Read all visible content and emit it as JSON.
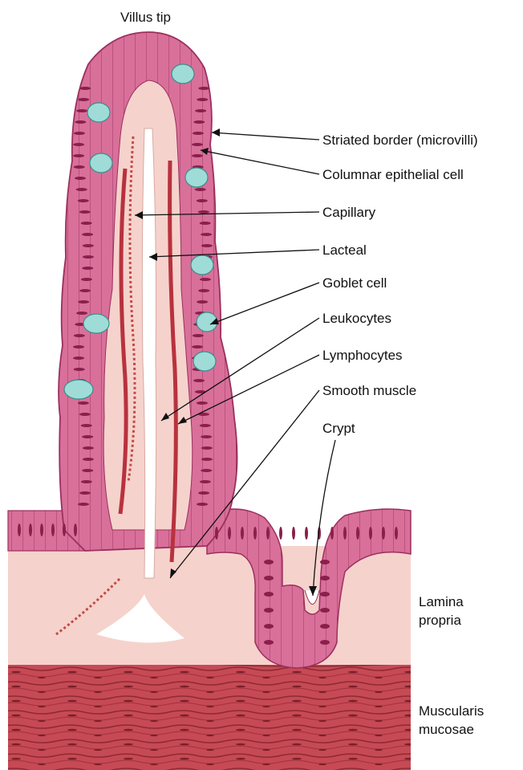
{
  "labels": {
    "villus_tip": "Villus tip",
    "striated_border": "Striated border (microvilli)",
    "columnar_cell": "Columnar epithelial cell",
    "capillary": "Capillary",
    "lacteal": "Lacteal",
    "goblet_cell": "Goblet cell",
    "leukocytes": "Leukocytes",
    "lymphocytes": "Lymphocytes",
    "smooth_muscle": "Smooth muscle",
    "crypt": "Crypt",
    "lamina_line1": "Lamina",
    "lamina_line2": "propria",
    "muscularis_line1": "Muscularis",
    "muscularis_line2": "mucosae"
  },
  "colors": {
    "epithelium": "#d8709a",
    "epithelium_dark": "#9b2f5e",
    "nucleus": "#8a1f4c",
    "lamina": "#f6d2cc",
    "muscle": "#c94c55",
    "muscle_dark": "#8e2a33",
    "goblet": "#9fdcd8",
    "capillary_rbc": "#c44a45"
  }
}
